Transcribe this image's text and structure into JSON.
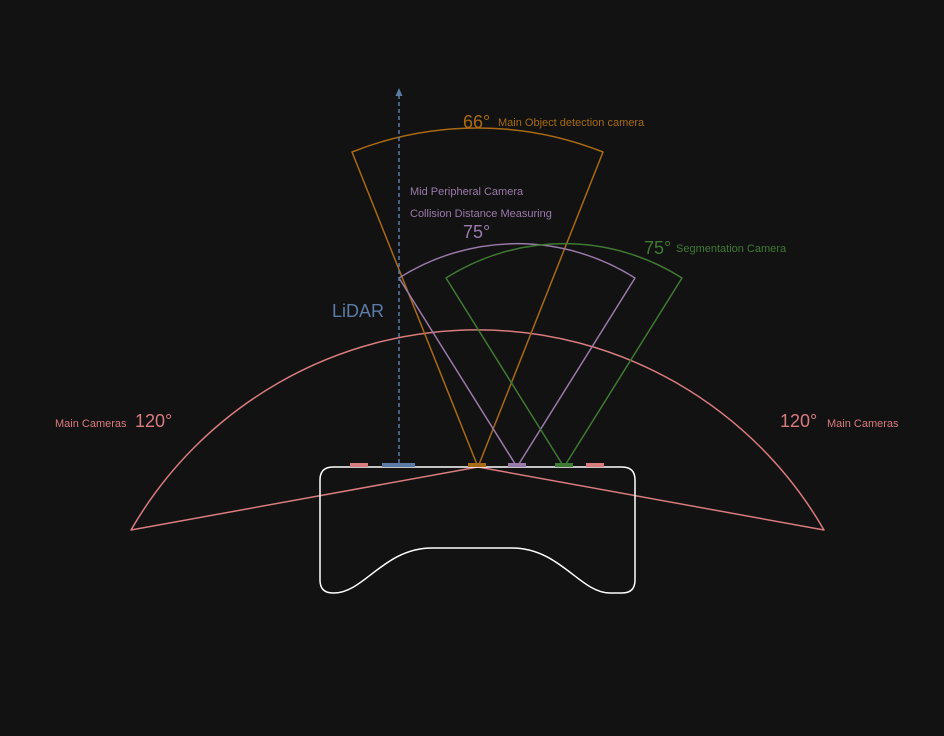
{
  "colors": {
    "background": "#121212",
    "main_cameras": "#d97b7f",
    "lidar": "#5b7ba6",
    "object_detection": "#a86a14",
    "mid_peripheral": "#9a7aaa",
    "segmentation": "#3f7a33",
    "robot_outline": "#ffffff"
  },
  "labels": {
    "object_detection_angle": "66°",
    "object_detection_name": "Main Object detection camera",
    "mid_peripheral_name": "Mid Peripheral Camera",
    "collision_name": "Collision Distance Measuring",
    "mid_peripheral_angle": "75°",
    "segmentation_angle": "75°",
    "segmentation_name": "Segmentation Camera",
    "lidar_name": "LiDAR",
    "left_main_name": "Main Cameras",
    "left_main_angle": "120°",
    "right_main_angle": "120°",
    "right_main_name": "Main Cameras"
  },
  "fields_of_view": [
    {
      "name": "Main Object detection camera",
      "angle_deg": 66
    },
    {
      "name": "Mid Peripheral Camera",
      "angle_deg": 75
    },
    {
      "name": "Segmentation Camera",
      "angle_deg": 75
    },
    {
      "name": "Main Cameras",
      "angle_deg": 120
    }
  ]
}
